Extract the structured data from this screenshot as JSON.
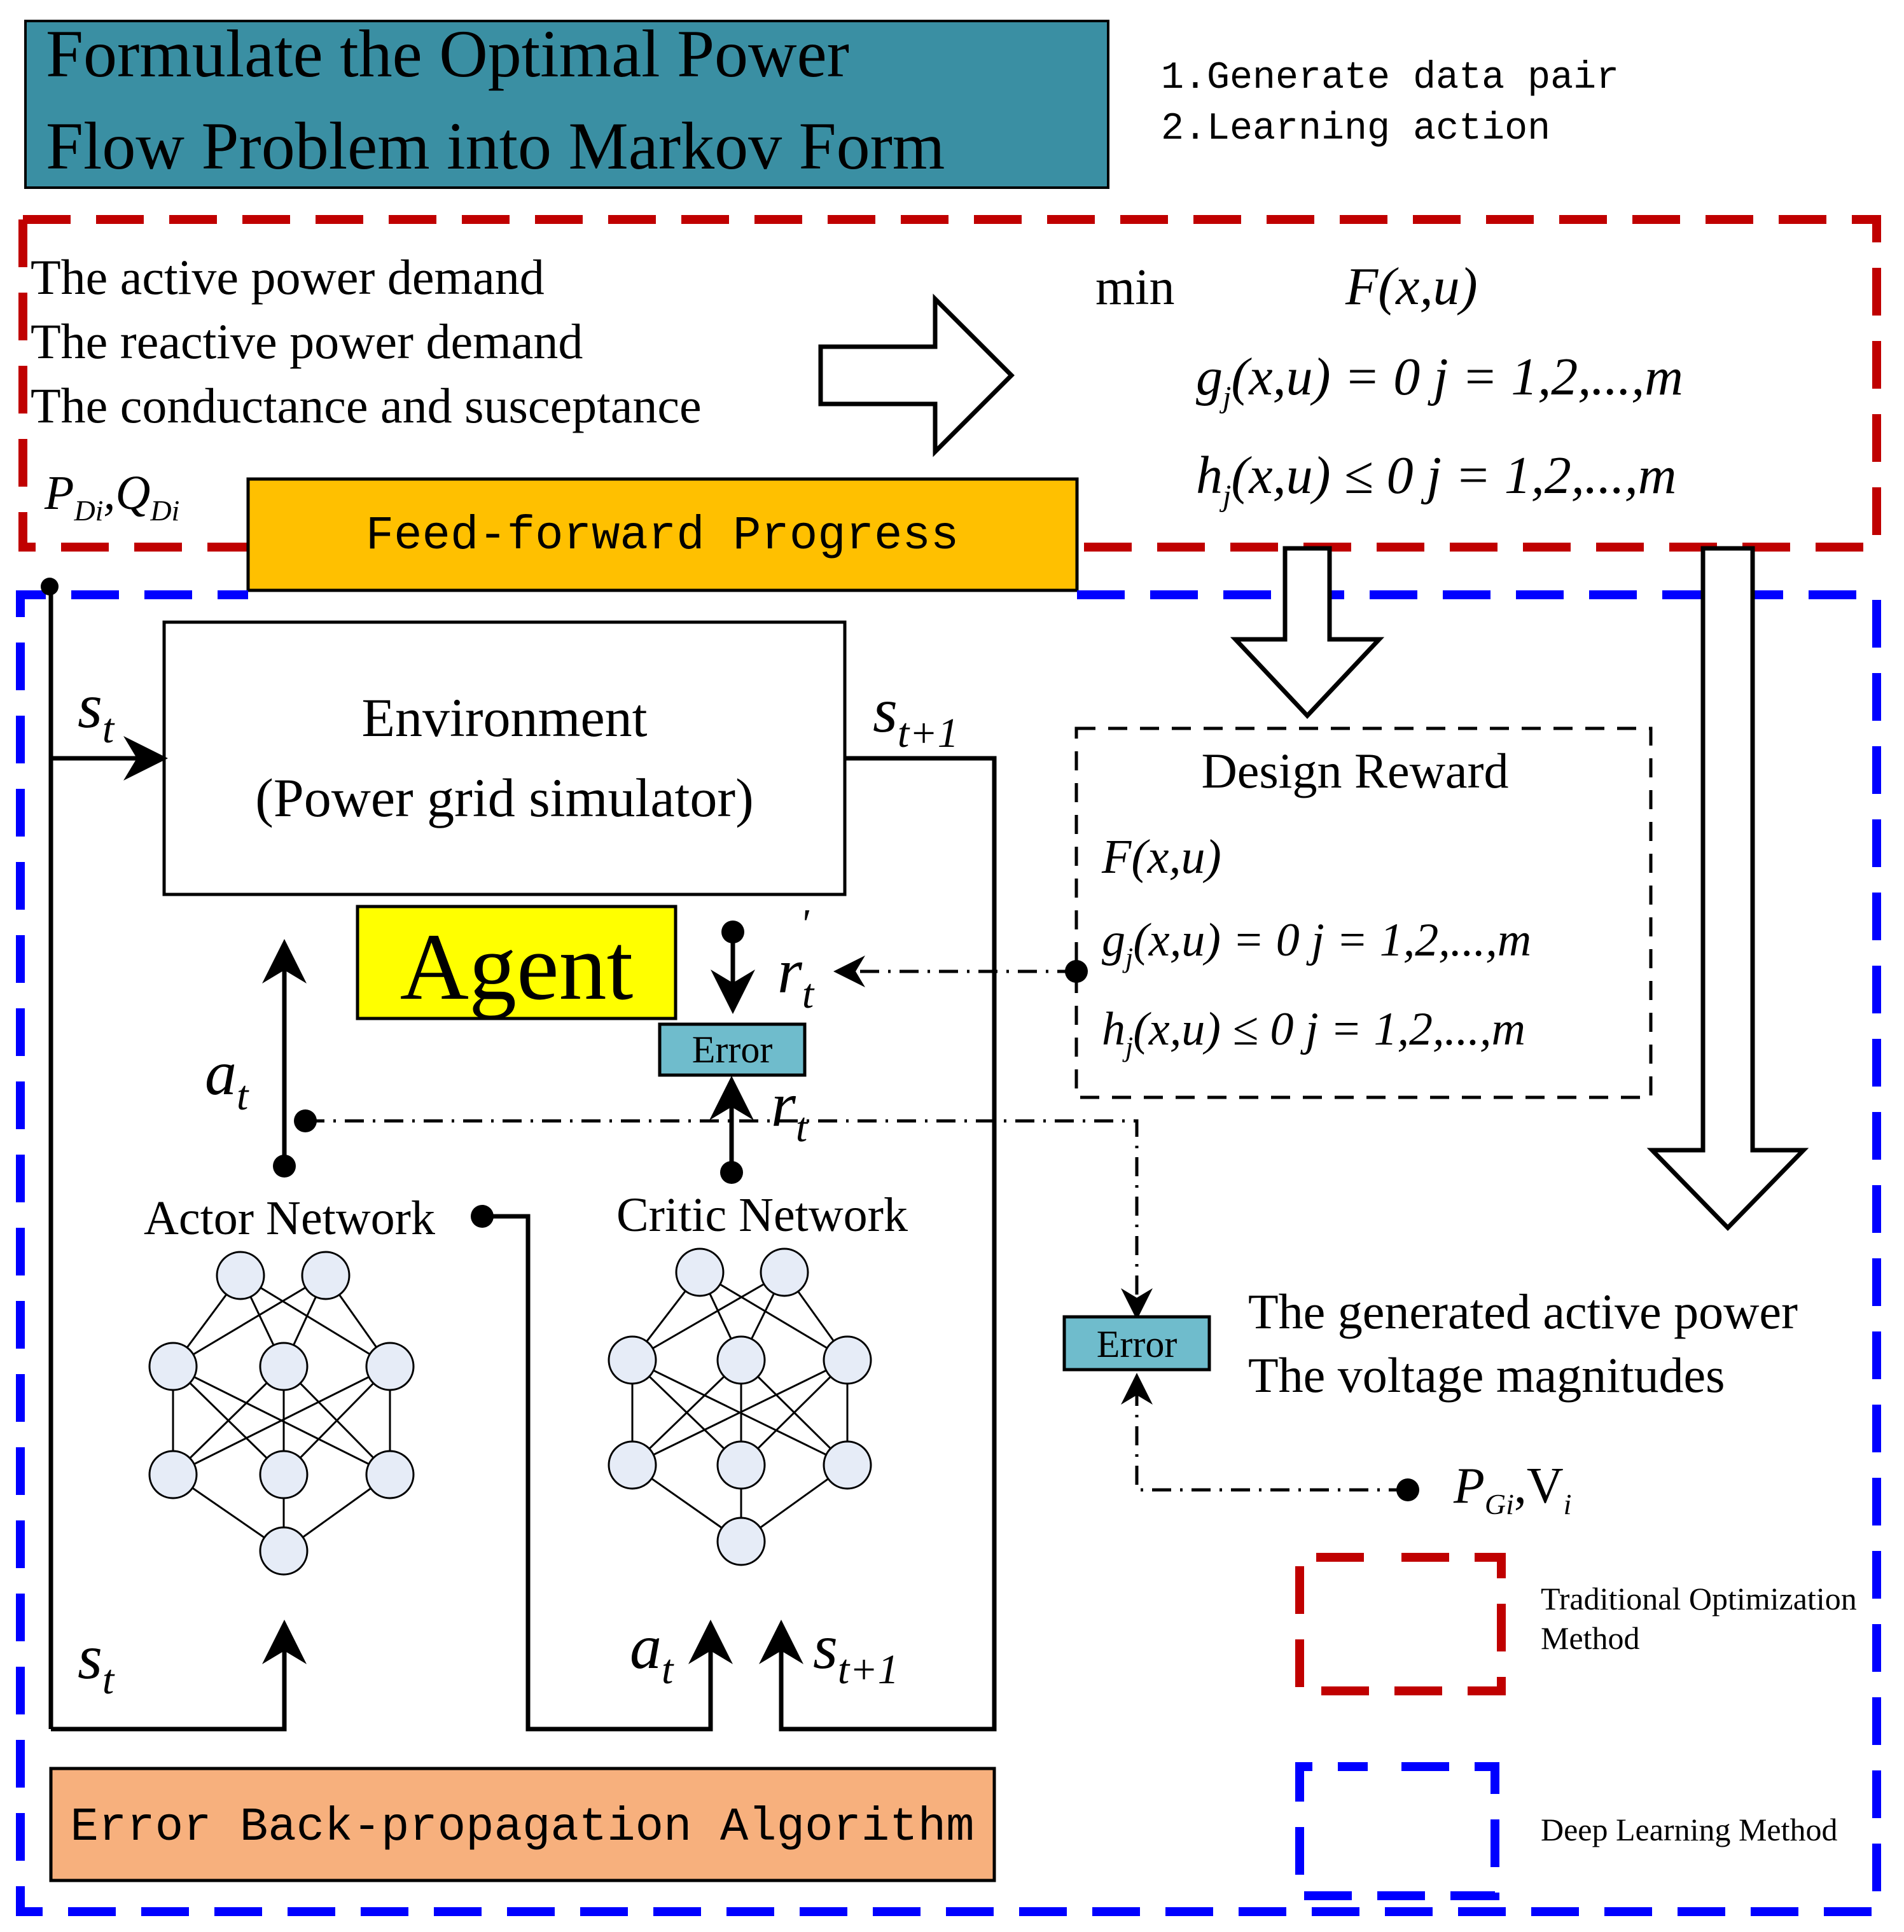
{
  "title_box": {
    "line1": "Formulate the Optimal Power",
    "line2": "Flow Problem into Markov Form"
  },
  "steps": [
    "1.Generate data pair",
    "2.Learning action"
  ],
  "inputs": [
    "The active power demand",
    "The reactive power demand",
    "The conductance and susceptance"
  ],
  "pd_label": {
    "p": "P",
    "p_sub": "Di",
    "sep": ",",
    "q": "Q",
    "q_sub": "Di"
  },
  "feed_forward": "Feed-forward Progress",
  "opf": {
    "min": "min",
    "objective": "F(x,u)",
    "eq_g": "g",
    "eq_g_sub": "j",
    "eq_g_rest": "(x,u) = 0  j = 1,2,...,m",
    "eq_h": "h",
    "eq_h_sub": "j",
    "eq_h_rest": "(x,u) ≤ 0  j = 1,2,...,m"
  },
  "environment": {
    "line1": "Environment",
    "line2": "(Power grid simulator)"
  },
  "agent": "Agent",
  "design_reward": {
    "title": "Design Reward",
    "objective": "F(x,u)",
    "g": "g",
    "g_sub": "j",
    "g_rest": "(x,u) = 0  j = 1,2,...,m",
    "h": "h",
    "h_sub": "j",
    "h_rest": "(x,u) ≤ 0  j = 1,2,...,m"
  },
  "symbols": {
    "s": "s",
    "t": "t",
    "t1": "t+1",
    "a": "a",
    "r": "r",
    "prime": "'"
  },
  "error_label": "Error",
  "actor_label": "Actor Network",
  "critic_label": "Critic Network",
  "outputs": [
    "The generated active power",
    "The voltage magnitudes"
  ],
  "pg_label": {
    "p": "P",
    "p_sub": "Gi",
    "sep": ",",
    "v": "V",
    "v_sub": "i"
  },
  "legend": {
    "traditional_line1": "Traditional Optimization",
    "traditional_line2": "Method",
    "deep": "Deep Learning Method"
  },
  "backprop": "Error Back-propagation Algorithm",
  "colors": {
    "title_bg": "#3A8FA3",
    "feed_bg": "#FFC000",
    "agent_bg": "#FFFF00",
    "error_bg": "#6FBCCC",
    "backprop_bg": "#F7B07D",
    "red_dash": "#C00000",
    "blue_dash": "#0000FF",
    "node_fill": "#E6ECF7"
  }
}
